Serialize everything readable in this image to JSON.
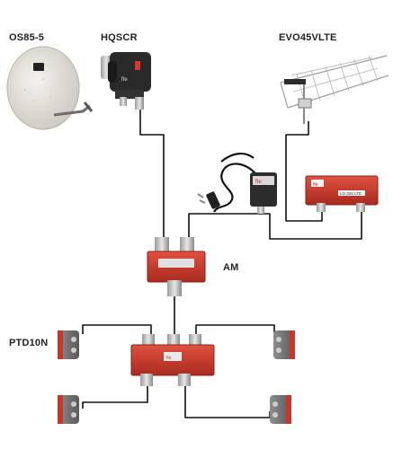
{
  "labels": {
    "dish": "OS85-5",
    "lnb": "HQSCR",
    "antenna": "EVO45VLTE",
    "amplifier": "AM",
    "outlet": "PTD10N"
  },
  "devices": {
    "lte_filter_text": "LG 334 LTE",
    "lnb_brand": "fte",
    "psu_brand": "fte",
    "filter_brand": "fte",
    "splitter_brand": "fte"
  },
  "colors": {
    "device_red": "#c8372c",
    "dark_red": "#8e1f18",
    "cable": "#111111",
    "metal": "#b9b9b9",
    "dish": "#e3e0da",
    "lnb_body": "#2a2a2a"
  }
}
